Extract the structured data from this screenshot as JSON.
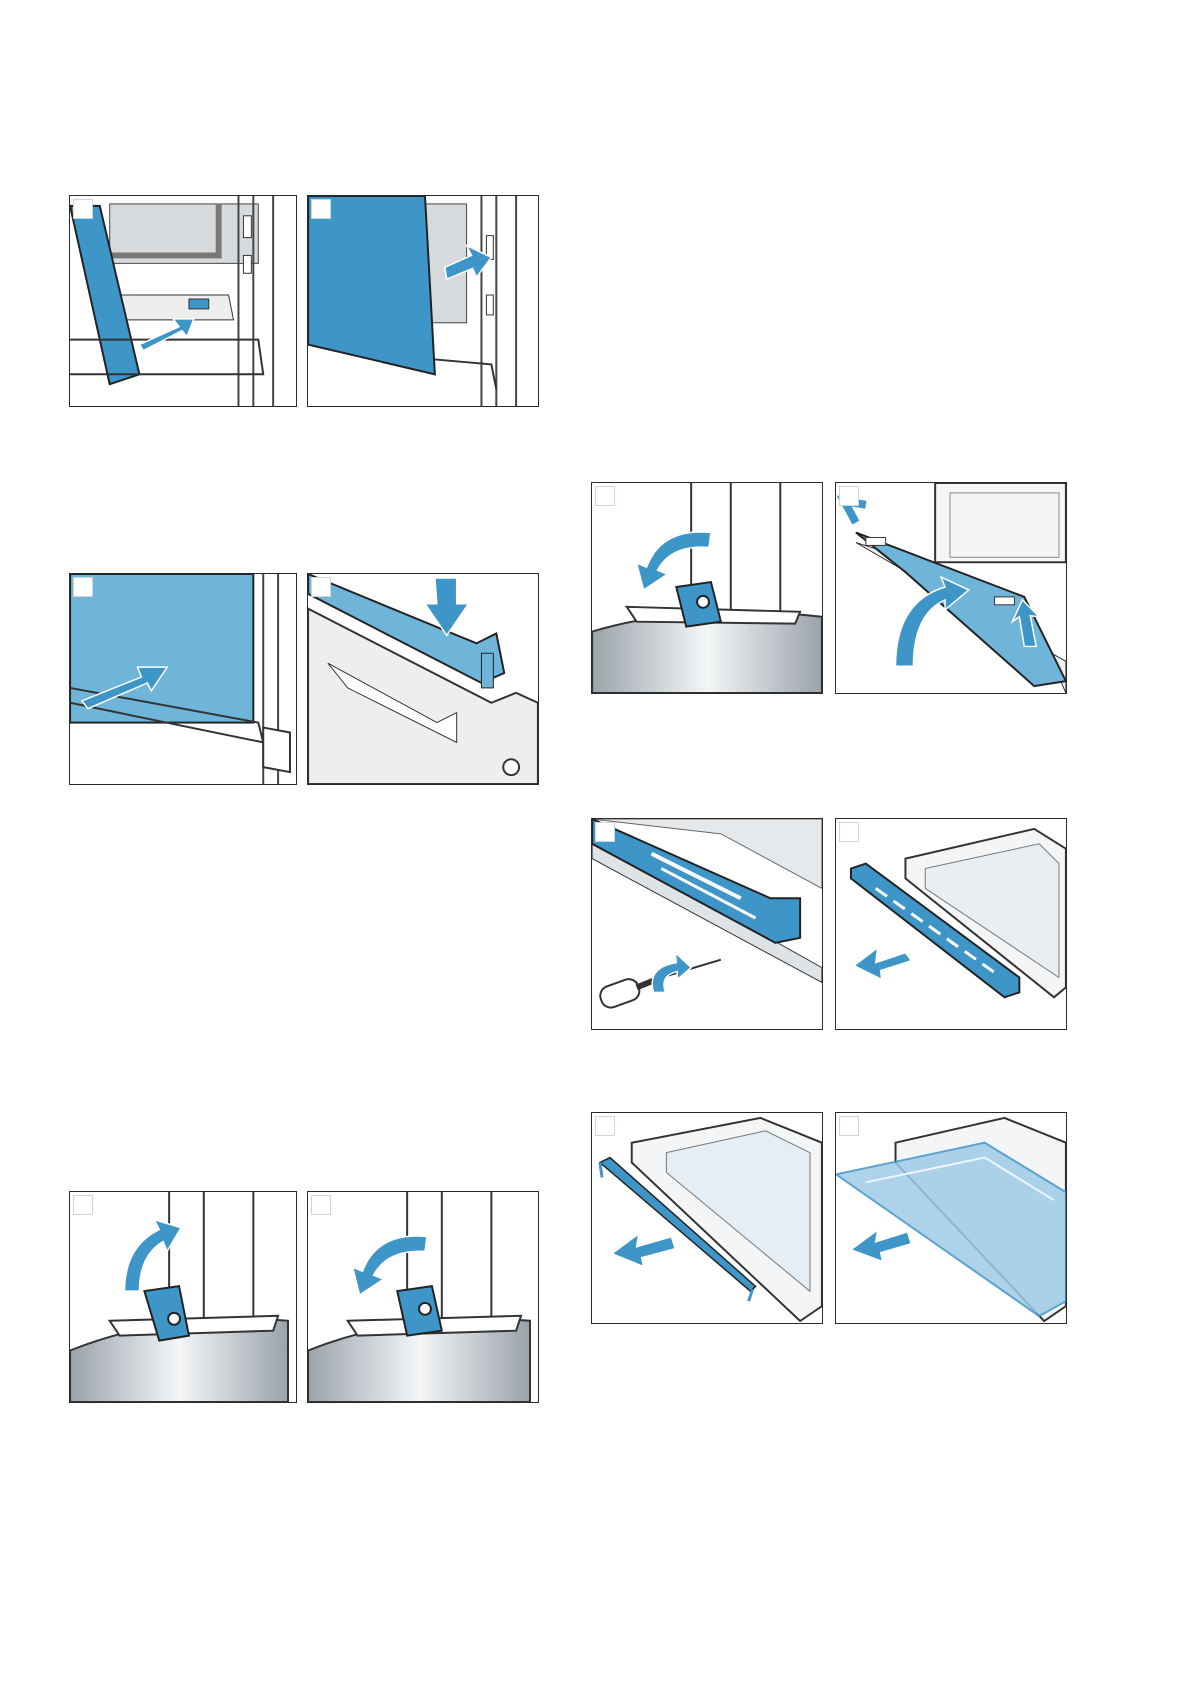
{
  "figures": [
    {
      "id": "fig-a",
      "icon": "door-hinge-push-arrow",
      "tag": ""
    },
    {
      "id": "fig-b",
      "icon": "door-slide-right-arrow",
      "tag": ""
    },
    {
      "id": "fig-c",
      "icon": "door-push-in-arrow",
      "tag": ""
    },
    {
      "id": "fig-d",
      "icon": "cover-press-down-arrow",
      "tag": ""
    },
    {
      "id": "fig-e",
      "icon": "hinge-lever-open-arrow",
      "tag": ""
    },
    {
      "id": "fig-f",
      "icon": "hinge-lever-close-arrow",
      "tag": ""
    },
    {
      "id": "fig-g",
      "icon": "hinge-lever-rotate-arrow",
      "tag": ""
    },
    {
      "id": "fig-h",
      "icon": "door-lift-off-arrow",
      "tag": ""
    },
    {
      "id": "fig-i",
      "icon": "screwdriver-unscrew-arrow",
      "tag": ""
    },
    {
      "id": "fig-j",
      "icon": "trim-remove-arrow",
      "tag": ""
    },
    {
      "id": "fig-k",
      "icon": "strip-pull-out-arrow",
      "tag": ""
    },
    {
      "id": "fig-l",
      "icon": "glass-pane-slide-out-arrow",
      "tag": ""
    }
  ],
  "colors": {
    "accent": "#3d95c8",
    "accent_light": "#6fb4d9",
    "line": "#2a2a2a",
    "metal": "#b8c0c6"
  },
  "footer": {
    "text": ""
  }
}
